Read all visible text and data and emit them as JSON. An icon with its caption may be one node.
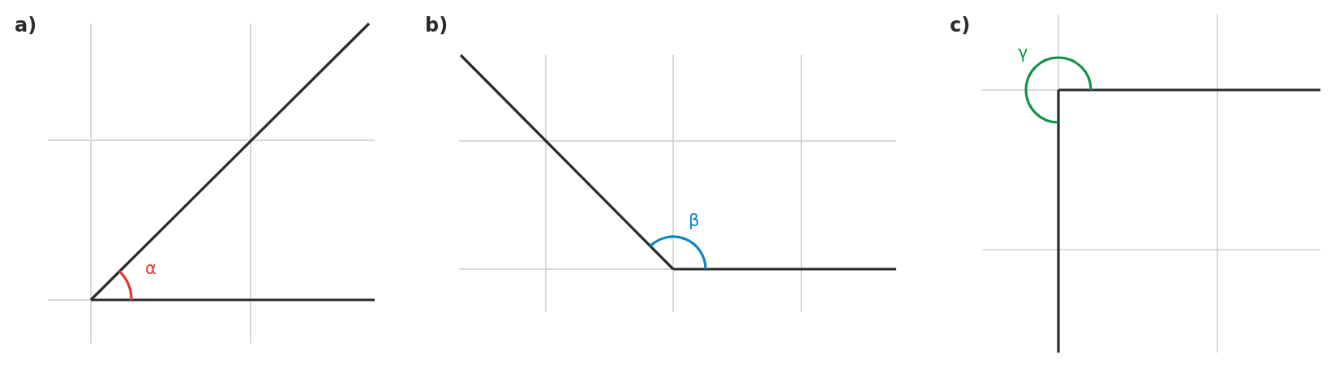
{
  "diagram": {
    "labels": [
      "a)",
      "α",
      "b)",
      "β",
      "c)",
      "γ"
    ]
  }
}
